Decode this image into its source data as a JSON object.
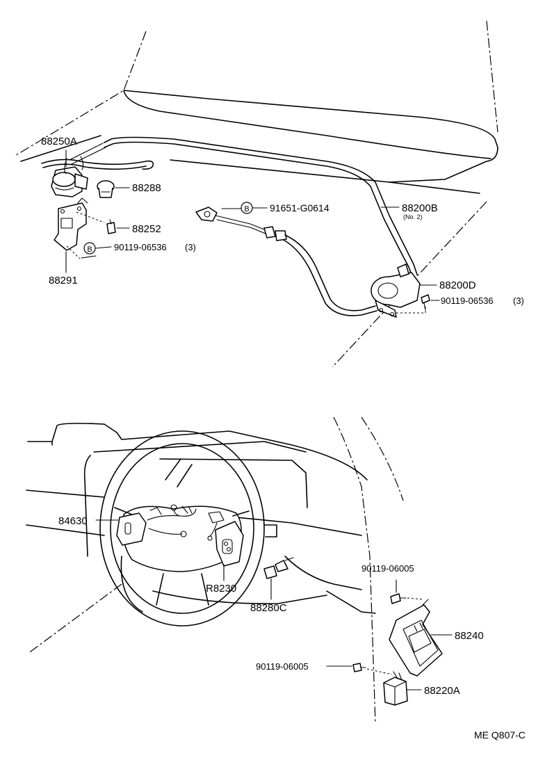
{
  "labels": {
    "p88250A": "88250A",
    "p88288": "88288",
    "p88252": "88252",
    "p90119_06536_left": "90119-06536",
    "p90119_06536_left_qty": "(3)",
    "p88291": "88291",
    "p91651": "91651-G0614",
    "p88200B": "88200B",
    "p88200B_sub": "(No. 2)",
    "p88200D": "88200D",
    "p90119_06536_right": "90119-06536",
    "p90119_06536_right_qty": "(3)",
    "p84630": "84630",
    "p90119_06005_top": "90119-06005",
    "p88240": "88240",
    "pR8230": "R8230",
    "p88280C": "88280C",
    "p90119_06005_bottom": "90119-06005",
    "p88220A": "88220A",
    "bolt_marker": "B"
  },
  "footer": {
    "code": "ME Q807-C"
  }
}
